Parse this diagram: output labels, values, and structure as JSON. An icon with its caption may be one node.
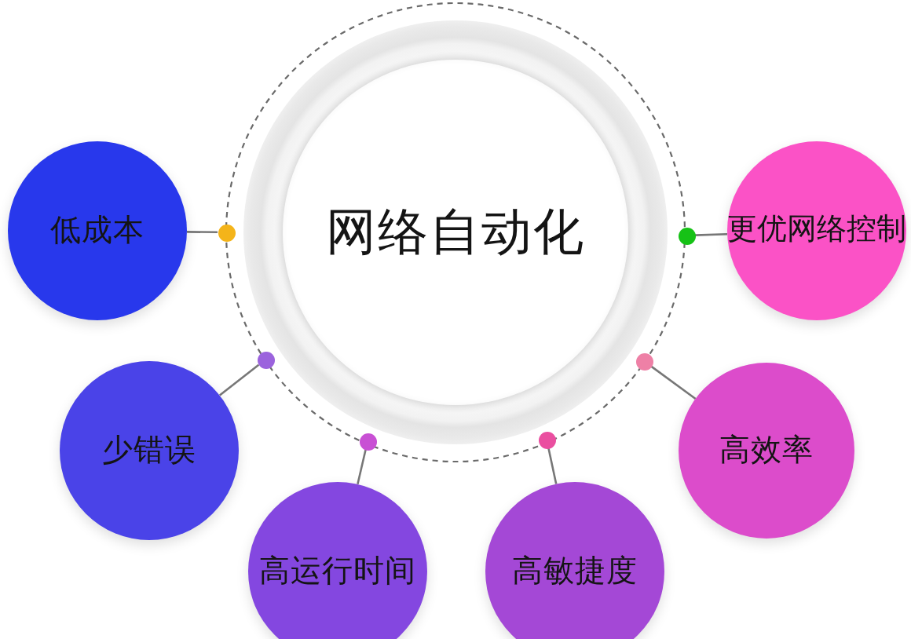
{
  "diagram": {
    "nodes": [
      {
        "text": [
          "低成本"
        ]
      },
      {
        "text": [
          "网络自动化"
        ]
      },
      {
        "text": [
          "更优网络控制"
        ]
      },
      {
        "text": [
          "少错误"
        ]
      },
      {
        "text": [
          "高效率"
        ]
      },
      {
        "text": [
          "高运行时间"
        ]
      },
      {
        "text": [
          "高敏捷度"
        ]
      },
      {
        "text": [],
        "shape": "circle"
      },
      {
        "text": [],
        "shape": "circle"
      },
      {
        "text": [],
        "shape": "circle"
      },
      {
        "text": [],
        "shape": "circle"
      },
      {
        "text": [],
        "shape": "circle"
      },
      {
        "text": [],
        "shape": "circle"
      }
    ],
    "edges": [
      {
        "from": 7,
        "to": 0,
        "arrow": "none"
      },
      {
        "from": 8,
        "to": 3,
        "arrow": "none"
      },
      {
        "from": 9,
        "to": 5,
        "arrow": "none"
      },
      {
        "from": 10,
        "to": 6,
        "arrow": "none"
      },
      {
        "from": 11,
        "to": 4,
        "arrow": "none"
      },
      {
        "from": 12,
        "to": 2,
        "arrow": "none"
      }
    ]
  }
}
